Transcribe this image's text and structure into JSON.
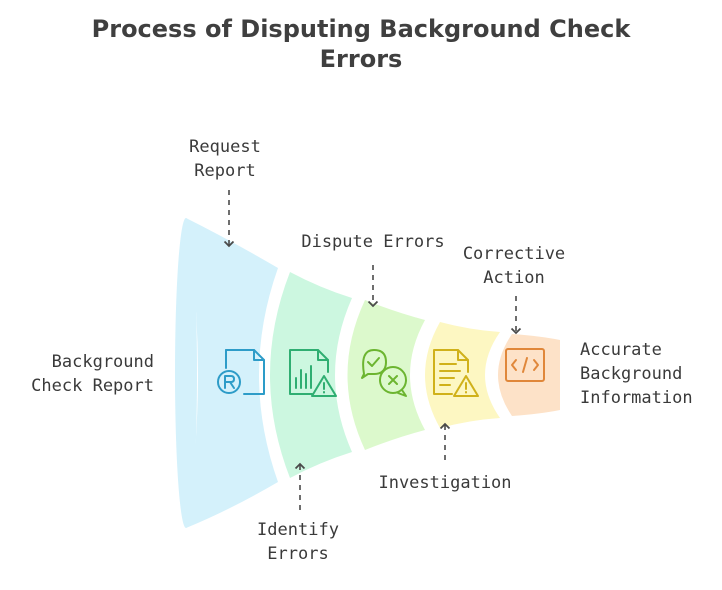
{
  "title": {
    "line1": "Process of Disputing Background",
    "line2": "Check Errors"
  },
  "title_lines": [
    "Process of Disputing Background Check",
    "Errors"
  ],
  "start_label": [
    "Background",
    "Check Report"
  ],
  "end_label": [
    "Accurate",
    "Background",
    "Information"
  ],
  "stages": [
    {
      "name": "Request Report",
      "label": [
        "Request",
        "Report"
      ],
      "icon": "registered-document-icon",
      "fill": "#d4f1fb",
      "stroke": "#2d9cc8",
      "label_position": "top"
    },
    {
      "name": "Identify Errors",
      "label": [
        "Identify",
        "Errors"
      ],
      "icon": "chart-warning-icon",
      "fill": "#ccf7e0",
      "stroke": "#2fae72",
      "label_position": "bottom"
    },
    {
      "name": "Dispute Errors",
      "label": [
        "Dispute Errors"
      ],
      "icon": "chat-bubbles-icon",
      "fill": "#dcf9cc",
      "stroke": "#6cb530",
      "label_position": "top"
    },
    {
      "name": "Investigation",
      "label": [
        "Investigation"
      ],
      "icon": "document-warning-icon",
      "fill": "#fdf7c2",
      "stroke": "#d0b11a",
      "label_position": "bottom"
    },
    {
      "name": "Corrective Action",
      "label": [
        "Corrective",
        "Action"
      ],
      "icon": "code-window-icon",
      "fill": "#fde2c8",
      "stroke": "#e0873a",
      "label_position": "top"
    }
  ]
}
